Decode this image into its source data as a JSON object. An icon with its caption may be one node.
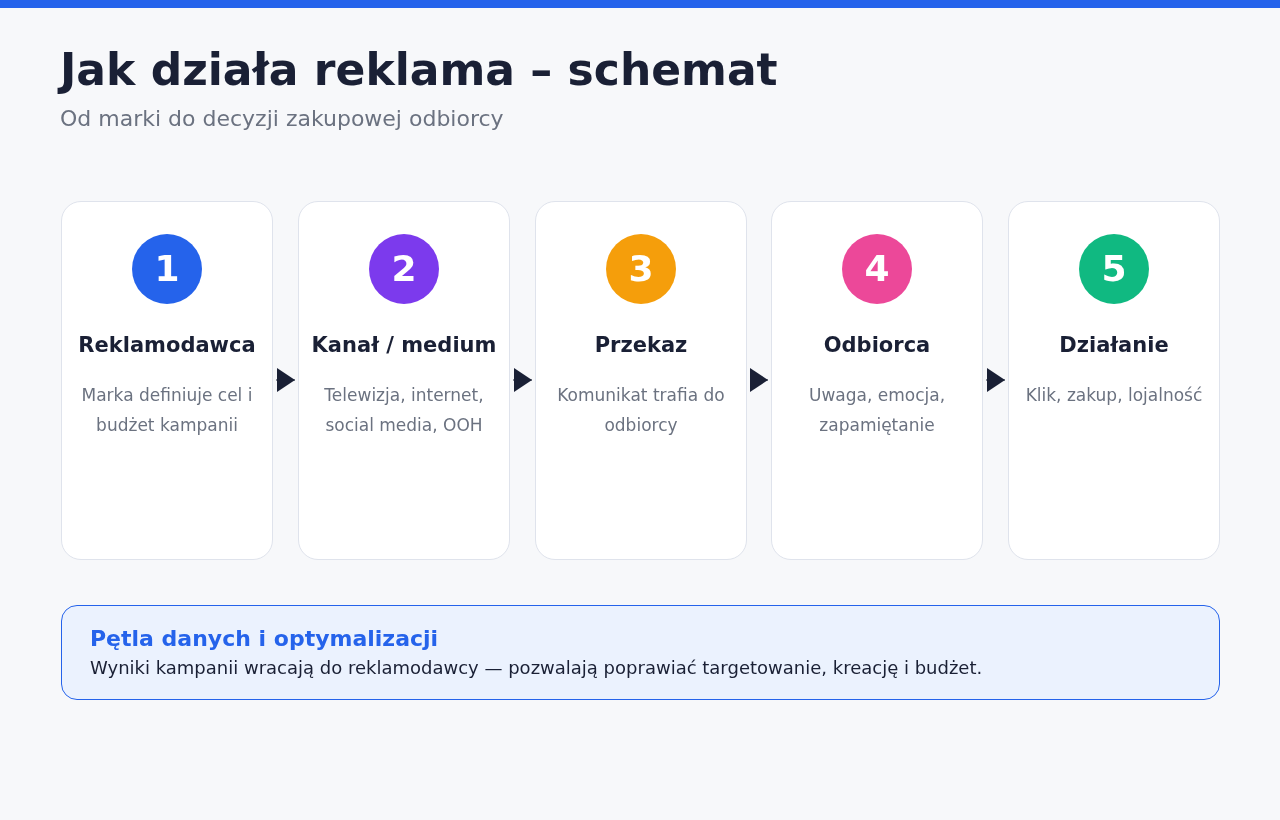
{
  "diagram": {
    "title": "Jak działa reklama – schemat",
    "caption": "Od marki do decyzji zakupowej odbiorcy",
    "nodes": [
      {
        "text": [
          "1",
          "Reklamodawca",
          "Marka definiuje cel i budżet kampanii"
        ]
      },
      {
        "text": [
          "2",
          "Kanał / medium",
          "Telewizja, internet, social media, OOH"
        ]
      },
      {
        "text": [
          "3",
          "Przekaz",
          "Komunikat trafia do odbiorcy"
        ]
      },
      {
        "text": [
          "4",
          "Odbiorca",
          "Uwaga, emocja, zapamiętanie"
        ]
      },
      {
        "text": [
          "5",
          "Działanie",
          "Klik, zakup, lojalność"
        ]
      },
      {
        "text": [
          "Pętla danych i optymalizacji",
          "Wyniki kampanii wracają do reklamodawcy — pozwalają poprawiać targetowanie, kreację i budżet."
        ]
      }
    ],
    "edges": [
      {
        "from": 0,
        "to": 1,
        "arrow": "to"
      },
      {
        "from": 1,
        "to": 2,
        "arrow": "to"
      },
      {
        "from": 2,
        "to": 3,
        "arrow": "to"
      },
      {
        "from": 3,
        "to": 4,
        "arrow": "to"
      }
    ]
  }
}
